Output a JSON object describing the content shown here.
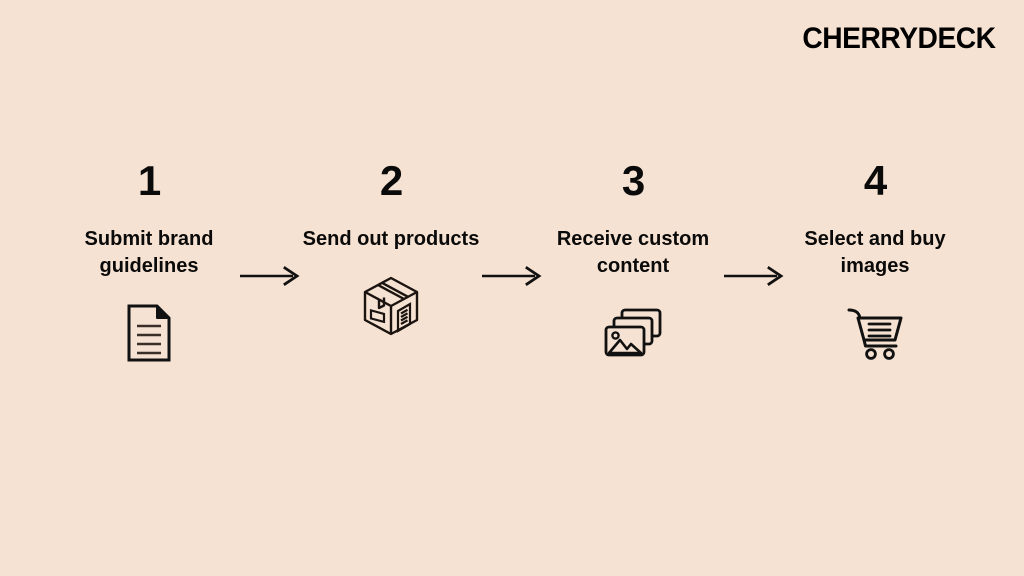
{
  "brand": {
    "logo_text": "CHERRYDECK",
    "logo_color": "#000000"
  },
  "theme": {
    "background_color": "#F6E2D2",
    "ink_color": "#0A0A0A"
  },
  "process": {
    "arrow_glyph": "arrow-right",
    "steps": [
      {
        "number": "1",
        "label": "Submit brand guidelines",
        "icon": "document-icon"
      },
      {
        "number": "2",
        "label": "Send out products",
        "icon": "package-box-icon"
      },
      {
        "number": "3",
        "label": "Receive custom content",
        "icon": "photos-stack-icon"
      },
      {
        "number": "4",
        "label": "Select and buy images",
        "icon": "shopping-cart-icon"
      }
    ]
  }
}
